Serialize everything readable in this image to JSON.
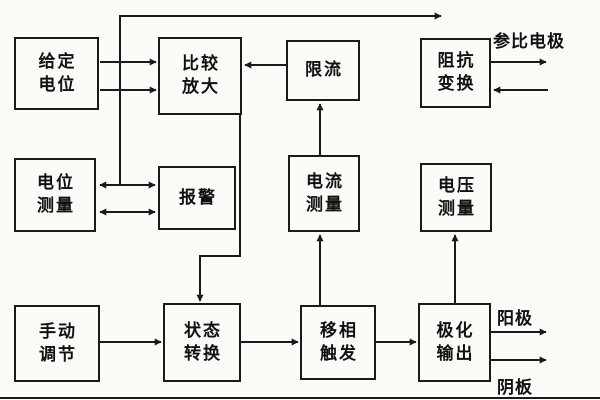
{
  "diagram": {
    "type": "block-diagram",
    "blocks": {
      "given_potential": [
        "给定",
        "电位"
      ],
      "compare_amplify": [
        "比较",
        "放大"
      ],
      "current_limit": [
        "限流"
      ],
      "impedance_transform": [
        "阻抗",
        "变换"
      ],
      "potential_measure": [
        "电位",
        "测量"
      ],
      "alarm": [
        "报警"
      ],
      "current_measure": [
        "电流",
        "测量"
      ],
      "voltage_measure": [
        "电压",
        "测量"
      ],
      "manual_adjust": [
        "手动",
        "调节"
      ],
      "state_switch": [
        "状态",
        "转换"
      ],
      "phase_trigger": [
        "移相",
        "触发"
      ],
      "polarization_output": [
        "极化",
        "输出"
      ]
    },
    "labels": {
      "reference_electrode": "参比电极",
      "anode": "阳极",
      "cathode_plate": "阴板"
    },
    "colors": {
      "line": "#1a1a1a",
      "background": "#fbfaf7",
      "text": "#111111"
    }
  }
}
